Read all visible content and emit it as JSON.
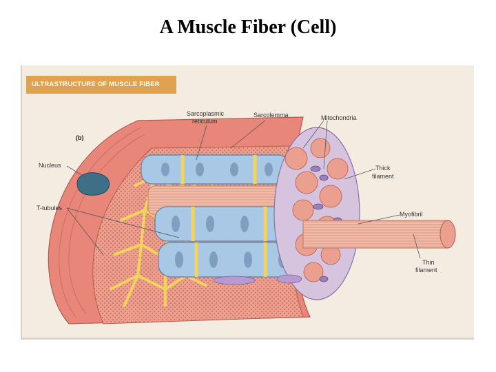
{
  "title": "A Muscle Fiber (Cell)",
  "figure": {
    "banner": "ULTRASTRUCTURE OF MUSCLE FIBER",
    "panel_letter": "(b)",
    "labels": {
      "sarcoplasmic_1": "Sarcoplasmic",
      "sarcoplasmic_2": "reticulum",
      "sarcolemma": "Sarcolemma",
      "mitochondria": "Mitochondria",
      "thick_1": "Thick",
      "thick_2": "filament",
      "nucleus": "Nucleus",
      "t_tubules": "T-tubules",
      "myofibril": "Myofibril",
      "thin_1": "Thin",
      "thin_2": "filament"
    },
    "colors": {
      "sarcolemma": "#e8867a",
      "myofibril": "#e8a592",
      "reticulum": "#a9c8e6",
      "t_tubule": "#f2d45c",
      "nucleus": "#3f6f86",
      "mitochondria": "#9b7fb8"
    }
  }
}
